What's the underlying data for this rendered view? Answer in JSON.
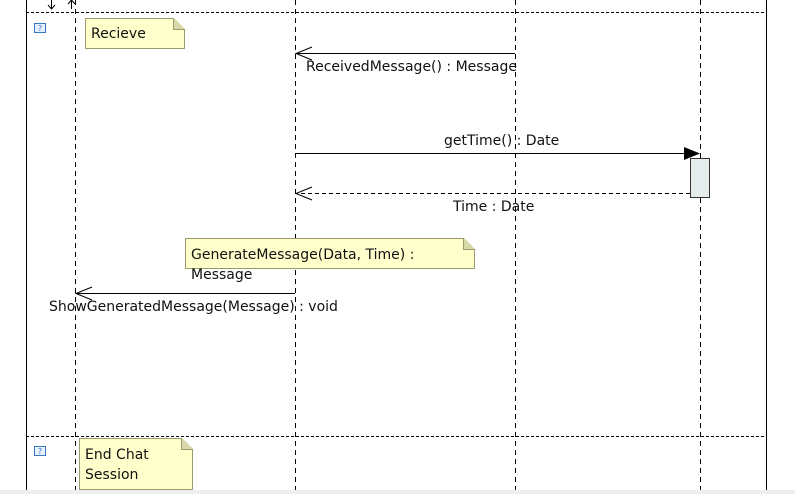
{
  "fragments": [
    {
      "note": "Recieve"
    },
    {
      "note_lines": [
        "End Chat",
        "Session"
      ]
    }
  ],
  "messages": {
    "received": "ReceivedMessage() : Message",
    "get_time": "getTime() : Date",
    "time_return": "Time : Date",
    "generate_note": "GenerateMessage(Data, Time) : Message",
    "show_generated": "ShowGeneratedMessage(Message) : void"
  },
  "colors": {
    "line": "#000000",
    "note_fill": "#ffffcc",
    "activation_fill": "#e4ecec"
  },
  "icons": {
    "fragment": "fragment-icon",
    "arrow_down": "arrow-down-icon",
    "arrow_up": "arrow-up-icon"
  }
}
